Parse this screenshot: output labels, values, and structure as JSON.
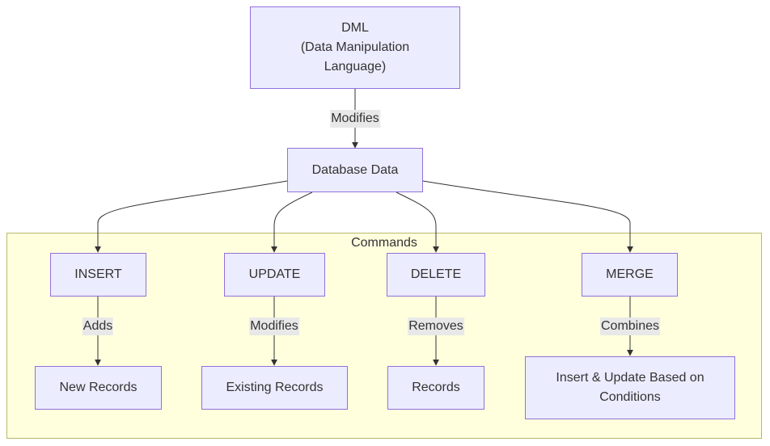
{
  "nodes": {
    "dml": {
      "line1": "DML",
      "line2": "(Data Manipulation",
      "line3": "Language)"
    },
    "db": "Database Data",
    "insert": "INSERT",
    "update": "UPDATE",
    "delete": "DELETE",
    "merge": "MERGE",
    "new_records": "New Records",
    "existing_records": "Existing Records",
    "records": "Records",
    "merge_result": {
      "line1": "Insert & Update Based on",
      "line2": "Conditions"
    }
  },
  "cluster_label": "Commands",
  "edge_labels": {
    "dml_db": "Modifies",
    "insert_new": "Adds",
    "update_existing": "Modifies",
    "delete_records": "Removes",
    "merge_result": "Combines"
  },
  "colors": {
    "node_fill": "#ececff",
    "node_border": "#9370db",
    "cluster_fill": "#ffffde",
    "cluster_border": "#b8b86a",
    "edge": "#333333",
    "edge_label_bg": "#e8e8e8"
  }
}
